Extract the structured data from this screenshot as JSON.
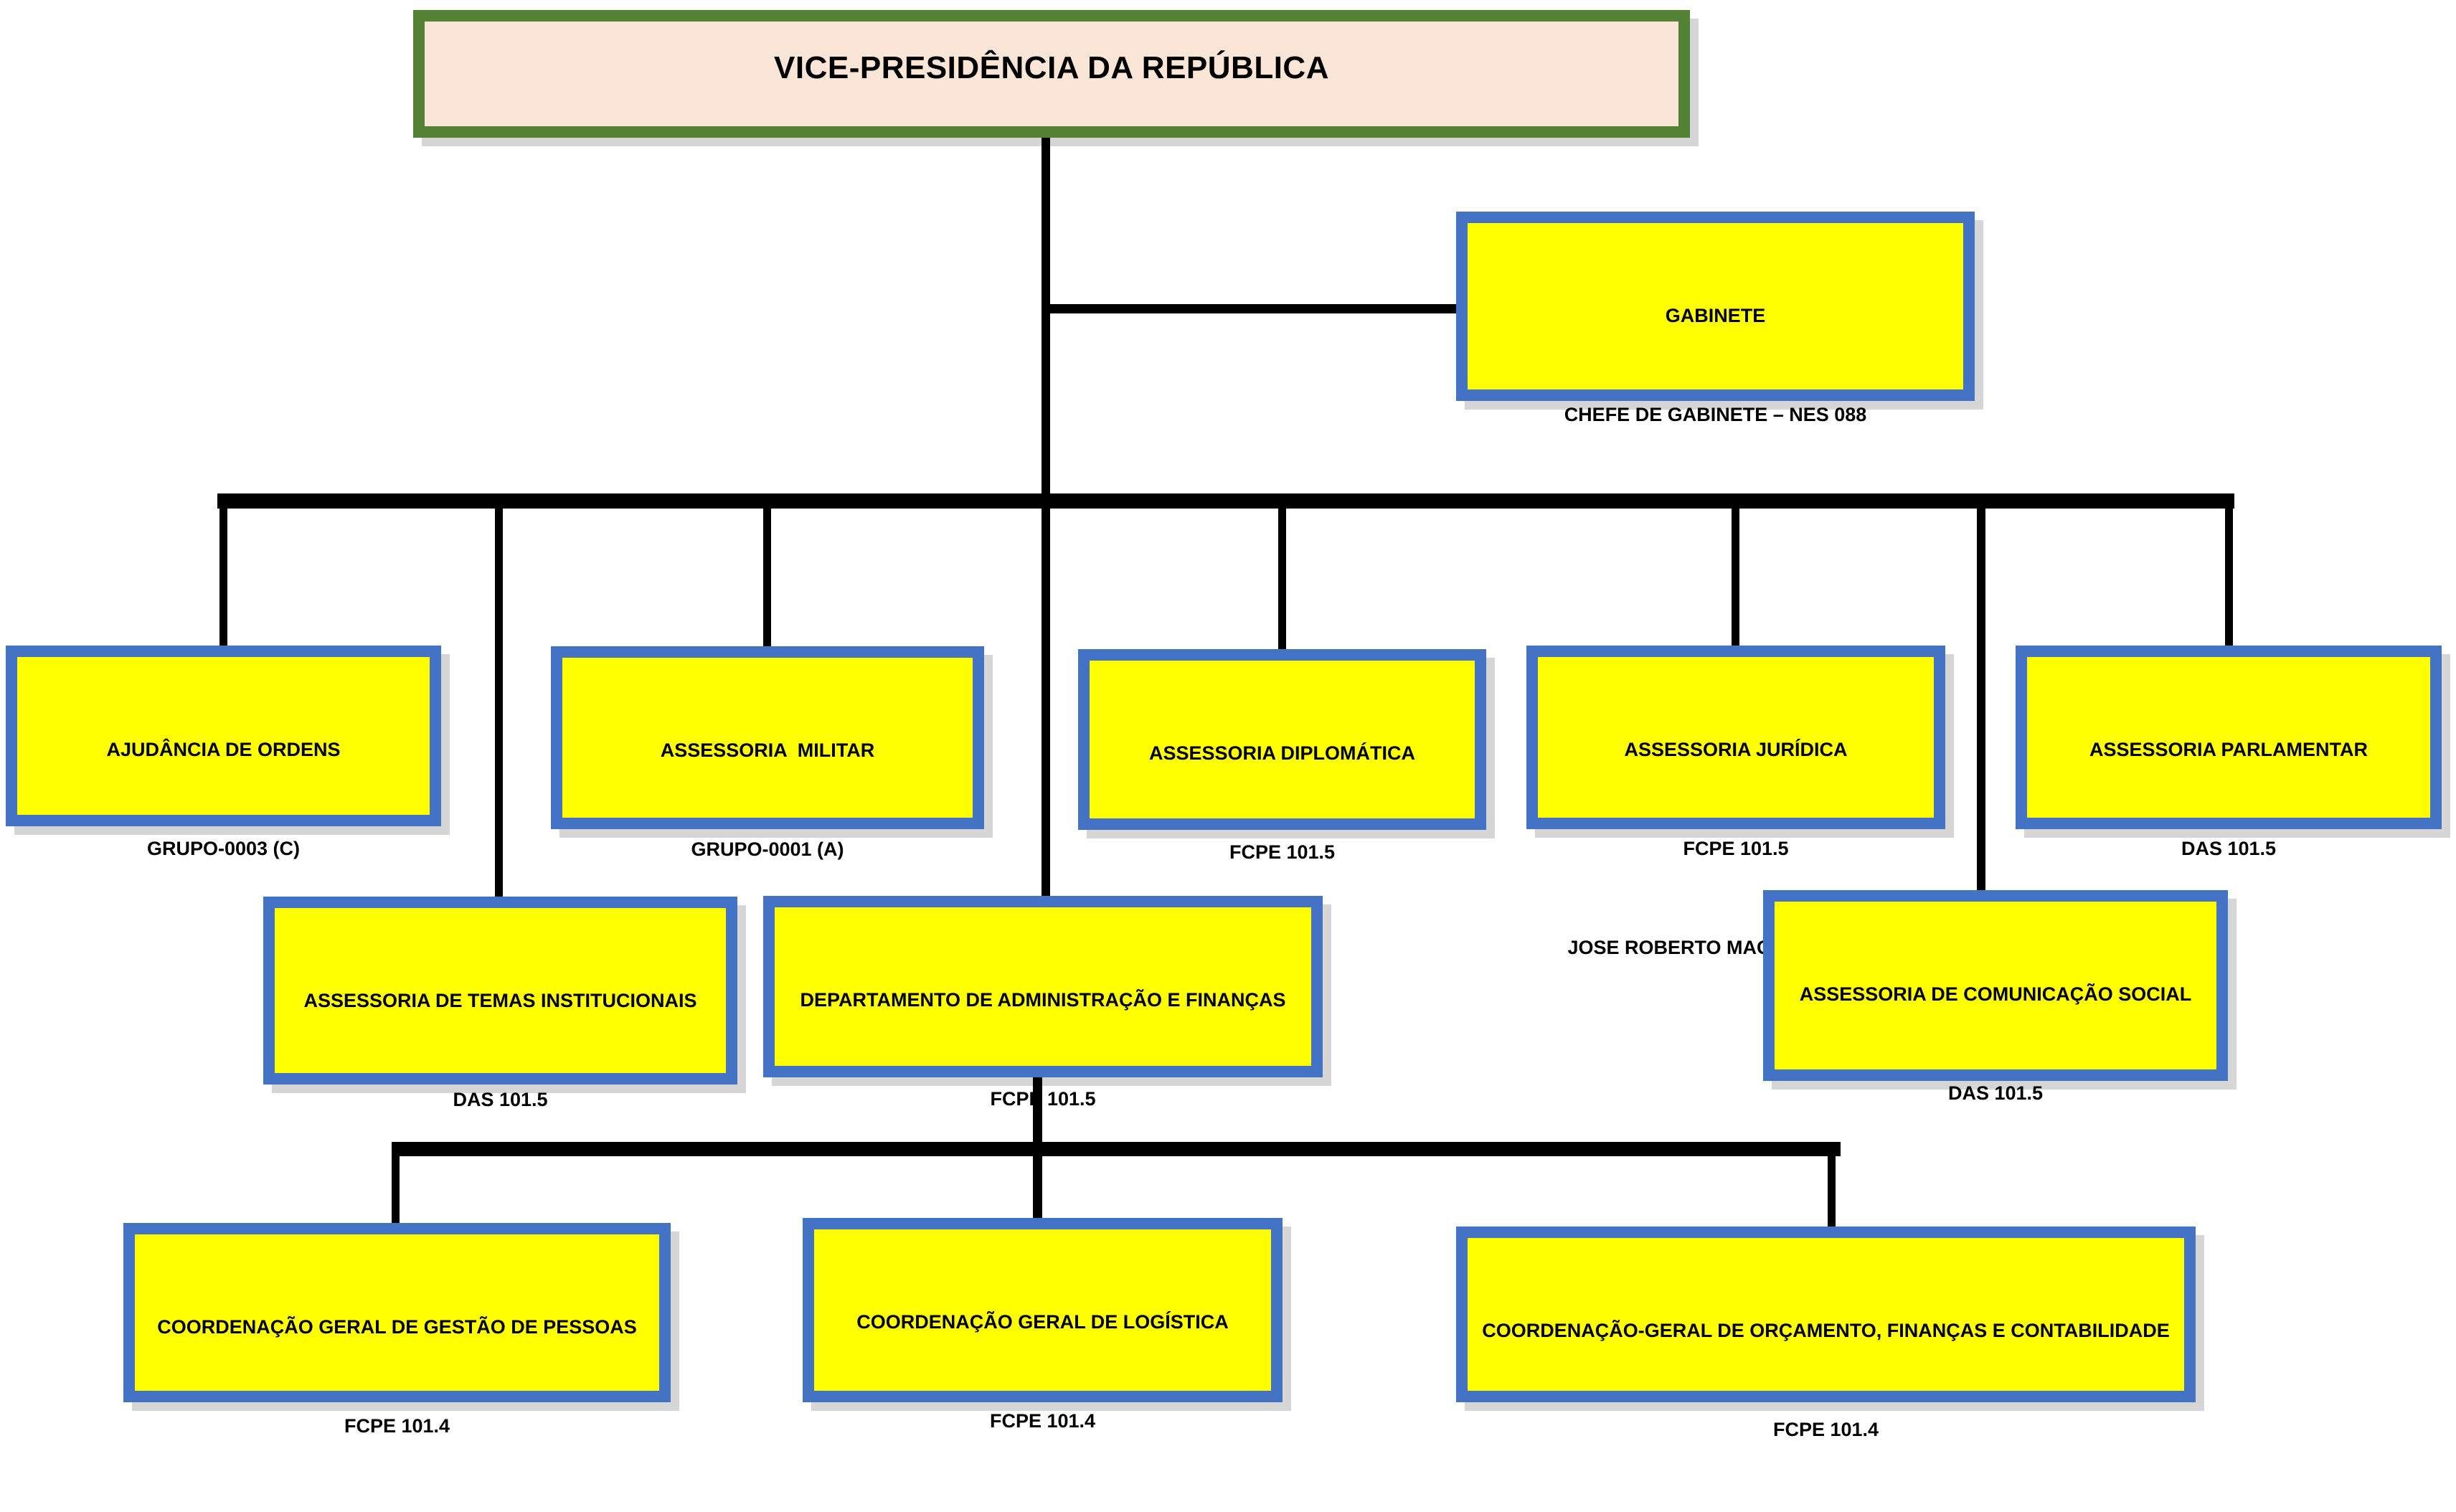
{
  "colors": {
    "yellow": "#FFFF00",
    "blue_border": "#4472C4",
    "green_border": "#548235",
    "root_fill": "#FBE5D6",
    "line_color": "#000000"
  },
  "root": {
    "label": "VICE-PRESIDÊNCIA DA REPÚBLICA"
  },
  "nodes": {
    "gabinete": {
      "title": "GABINETE",
      "subtitle": "CHEFE DE GABINETE – NES 088"
    },
    "ajudancia": {
      "title": "AJUDÂNCIA DE ORDENS",
      "subtitle": "GRUPO-0003 (C)"
    },
    "militar": {
      "title": "ASSESSORIA  MILITAR",
      "subtitle": "GRUPO-0001 (A)"
    },
    "diplomatica": {
      "title": "ASSESSORIA DIPLOMÁTICA",
      "subtitle": "FCPE 101.5"
    },
    "juridica": {
      "title": "ASSESSORIA JURÍDICA",
      "subtitle": "FCPE 101.5",
      "line3": "JOSE ROBERTO MACHADO FARIAS"
    },
    "parlamentar": {
      "title": "ASSESSORIA PARLAMENTAR",
      "subtitle": "DAS 101.5"
    },
    "temas": {
      "title": "ASSESSORIA DE TEMAS INSTITUCIONAIS",
      "subtitle": "DAS 101.5"
    },
    "daf": {
      "title": "DEPARTAMENTO DE ADMINISTRAÇÃO E FINANÇAS",
      "subtitle": "FCPE 101.5"
    },
    "comunicacao": {
      "title": "ASSESSORIA DE COMUNICAÇÃO SOCIAL",
      "subtitle": "DAS 101.5"
    },
    "pessoas": {
      "title": "COORDENAÇÃO GERAL DE GESTÃO DE PESSOAS",
      "subtitle": "FCPE 101.4"
    },
    "logistica": {
      "title": "COORDENAÇÃO GERAL DE LOGÍSTICA",
      "subtitle": "FCPE 101.4"
    },
    "orcamento": {
      "title": "COORDENAÇÃO-GERAL DE ORÇAMENTO, FINANÇAS E CONTABILIDADE",
      "subtitle": "FCPE 101.4"
    }
  },
  "hierarchy": {
    "vice_presidencia_children": [
      "gabinete",
      "ajudancia",
      "temas",
      "militar",
      "daf",
      "diplomatica",
      "juridica",
      "comunicacao",
      "parlamentar"
    ],
    "daf_children": [
      "pessoas",
      "logistica",
      "orcamento"
    ]
  }
}
